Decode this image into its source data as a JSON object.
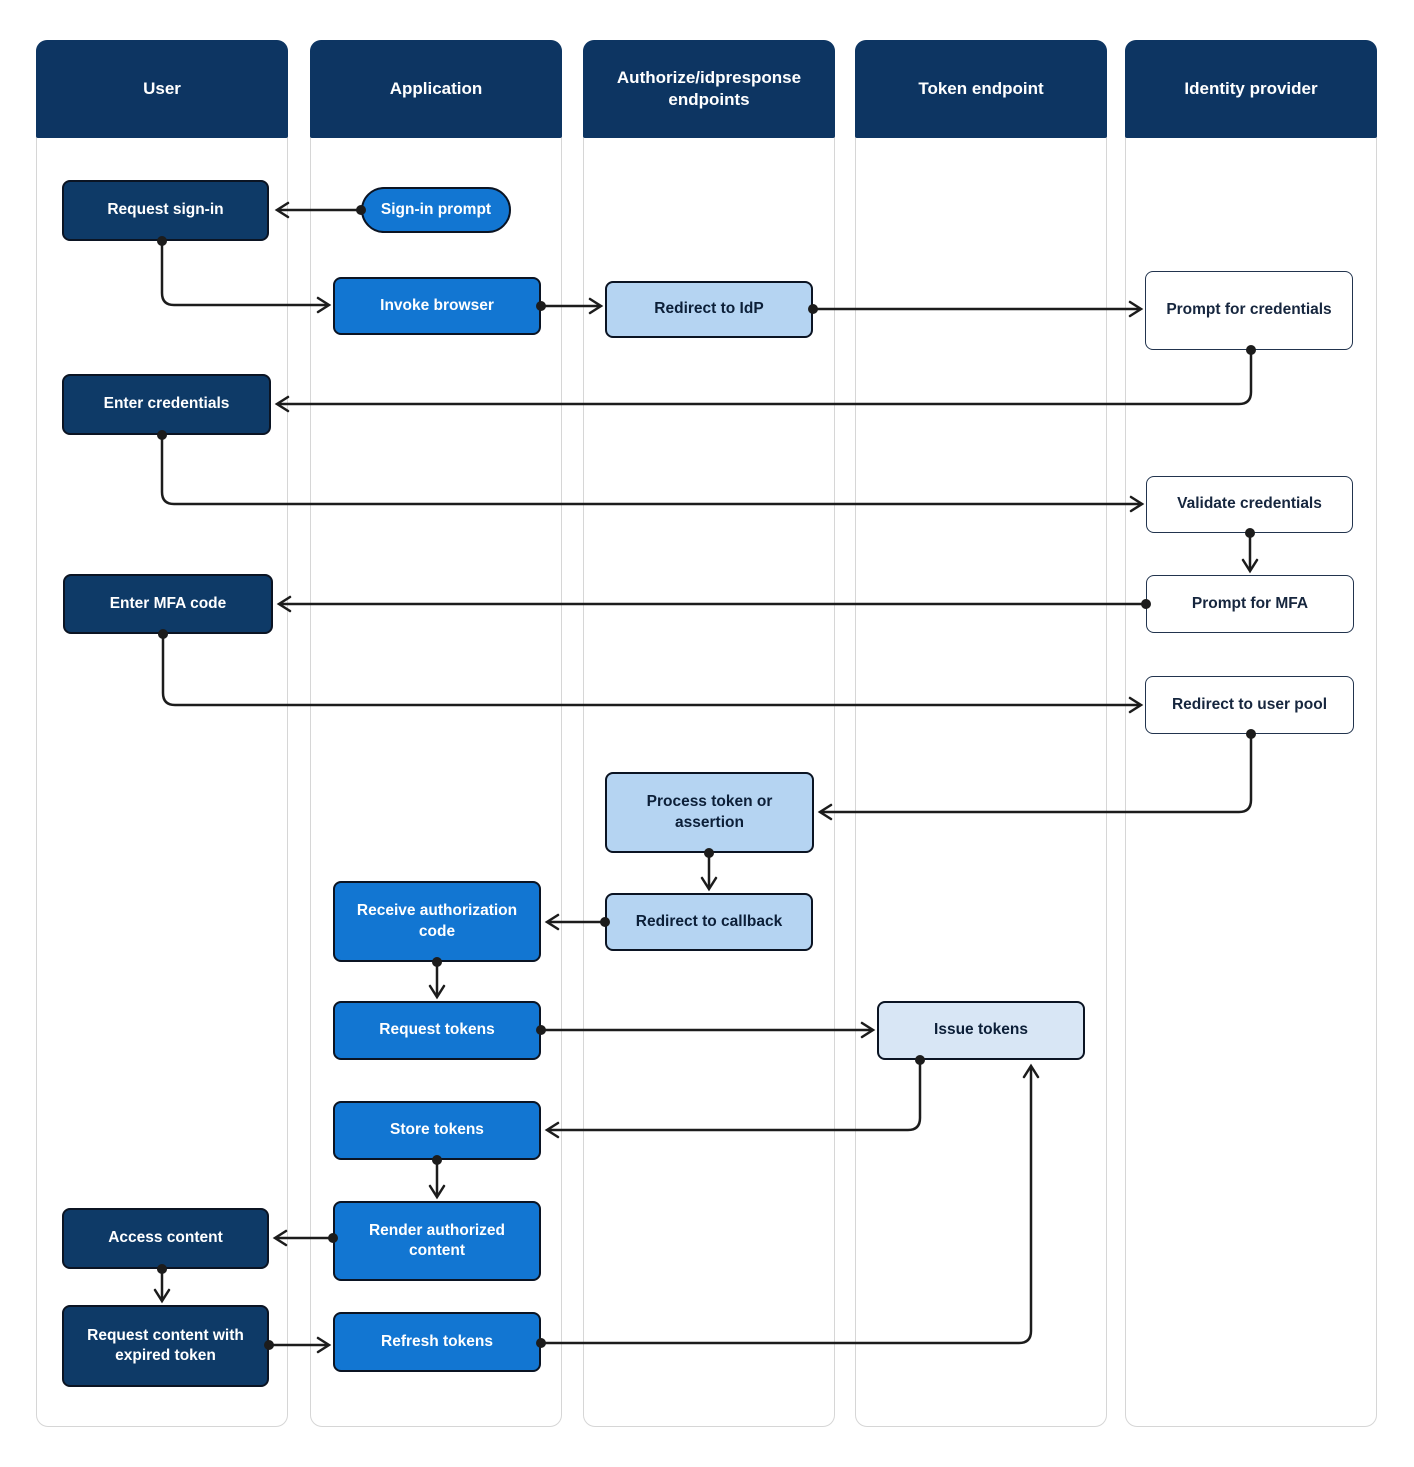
{
  "lanes": [
    {
      "id": "user",
      "label": "User"
    },
    {
      "id": "application",
      "label": "Application"
    },
    {
      "id": "authorize-endpoints",
      "label": "Authorize/idpresponse endpoints"
    },
    {
      "id": "token-endpoint",
      "label": "Token endpoint"
    },
    {
      "id": "identity-provider",
      "label": "Identity provider"
    }
  ],
  "nodes": [
    {
      "id": "request-sign-in",
      "lane": "user",
      "label": "Request sign-in",
      "style": "dark"
    },
    {
      "id": "sign-in-prompt",
      "lane": "application",
      "label": "Sign-in prompt",
      "style": "pill"
    },
    {
      "id": "invoke-browser",
      "lane": "application",
      "label": "Invoke browser",
      "style": "bright"
    },
    {
      "id": "redirect-to-idp",
      "lane": "authorize-endpoints",
      "label": "Redirect to IdP",
      "style": "light"
    },
    {
      "id": "prompt-for-credentials",
      "lane": "identity-provider",
      "label": "Prompt for credentials",
      "style": "outline"
    },
    {
      "id": "enter-credentials",
      "lane": "user",
      "label": "Enter credentials",
      "style": "dark"
    },
    {
      "id": "validate-credentials",
      "lane": "identity-provider",
      "label": "Validate credentials",
      "style": "outline"
    },
    {
      "id": "prompt-for-mfa",
      "lane": "identity-provider",
      "label": "Prompt for MFA",
      "style": "outline"
    },
    {
      "id": "enter-mfa-code",
      "lane": "user",
      "label": "Enter MFA code",
      "style": "dark"
    },
    {
      "id": "redirect-to-user-pool",
      "lane": "identity-provider",
      "label": "Redirect to user pool",
      "style": "outline"
    },
    {
      "id": "process-token-or-assertion",
      "lane": "authorize-endpoints",
      "label": "Process token or assertion",
      "style": "light"
    },
    {
      "id": "receive-authorization-code",
      "lane": "application",
      "label": "Receive authorization code",
      "style": "bright"
    },
    {
      "id": "redirect-to-callback",
      "lane": "authorize-endpoints",
      "label": "Redirect to callback",
      "style": "light"
    },
    {
      "id": "request-tokens",
      "lane": "application",
      "label": "Request tokens",
      "style": "bright"
    },
    {
      "id": "issue-tokens",
      "lane": "token-endpoint",
      "label": "Issue tokens",
      "style": "lightest"
    },
    {
      "id": "store-tokens",
      "lane": "application",
      "label": "Store tokens",
      "style": "bright"
    },
    {
      "id": "render-authorized-content",
      "lane": "application",
      "label": "Render authorized content",
      "style": "bright"
    },
    {
      "id": "access-content",
      "lane": "user",
      "label": "Access content",
      "style": "dark"
    },
    {
      "id": "request-content-with-expired-token",
      "lane": "user",
      "label": "Request content with expired token",
      "style": "dark"
    },
    {
      "id": "refresh-tokens",
      "lane": "application",
      "label": "Refresh tokens",
      "style": "bright"
    }
  ],
  "edges": [
    {
      "from": "sign-in-prompt",
      "to": "request-sign-in"
    },
    {
      "from": "request-sign-in",
      "to": "invoke-browser"
    },
    {
      "from": "invoke-browser",
      "to": "redirect-to-idp"
    },
    {
      "from": "redirect-to-idp",
      "to": "prompt-for-credentials"
    },
    {
      "from": "prompt-for-credentials",
      "to": "enter-credentials"
    },
    {
      "from": "enter-credentials",
      "to": "validate-credentials"
    },
    {
      "from": "validate-credentials",
      "to": "prompt-for-mfa"
    },
    {
      "from": "prompt-for-mfa",
      "to": "enter-mfa-code"
    },
    {
      "from": "enter-mfa-code",
      "to": "redirect-to-user-pool"
    },
    {
      "from": "redirect-to-user-pool",
      "to": "process-token-or-assertion"
    },
    {
      "from": "process-token-or-assertion",
      "to": "redirect-to-callback"
    },
    {
      "from": "redirect-to-callback",
      "to": "receive-authorization-code"
    },
    {
      "from": "receive-authorization-code",
      "to": "request-tokens"
    },
    {
      "from": "request-tokens",
      "to": "issue-tokens"
    },
    {
      "from": "issue-tokens",
      "to": "store-tokens"
    },
    {
      "from": "store-tokens",
      "to": "render-authorized-content"
    },
    {
      "from": "render-authorized-content",
      "to": "access-content"
    },
    {
      "from": "access-content",
      "to": "request-content-with-expired-token"
    },
    {
      "from": "request-content-with-expired-token",
      "to": "refresh-tokens"
    },
    {
      "from": "refresh-tokens",
      "to": "issue-tokens"
    }
  ],
  "colors": {
    "lane_header_bg": "#0d3562",
    "lane_border": "#d6d6d6",
    "node_dark": "#0e3a67",
    "node_bright": "#1276d2",
    "node_light": "#b5d4f2",
    "node_lightest": "#d8e6f5",
    "node_outline_border": "#22344e",
    "node_border": "#0b1423",
    "connector": "#1c1c1c",
    "text_on_dark": "#ffffff",
    "text_on_light": "#0c1f38"
  }
}
